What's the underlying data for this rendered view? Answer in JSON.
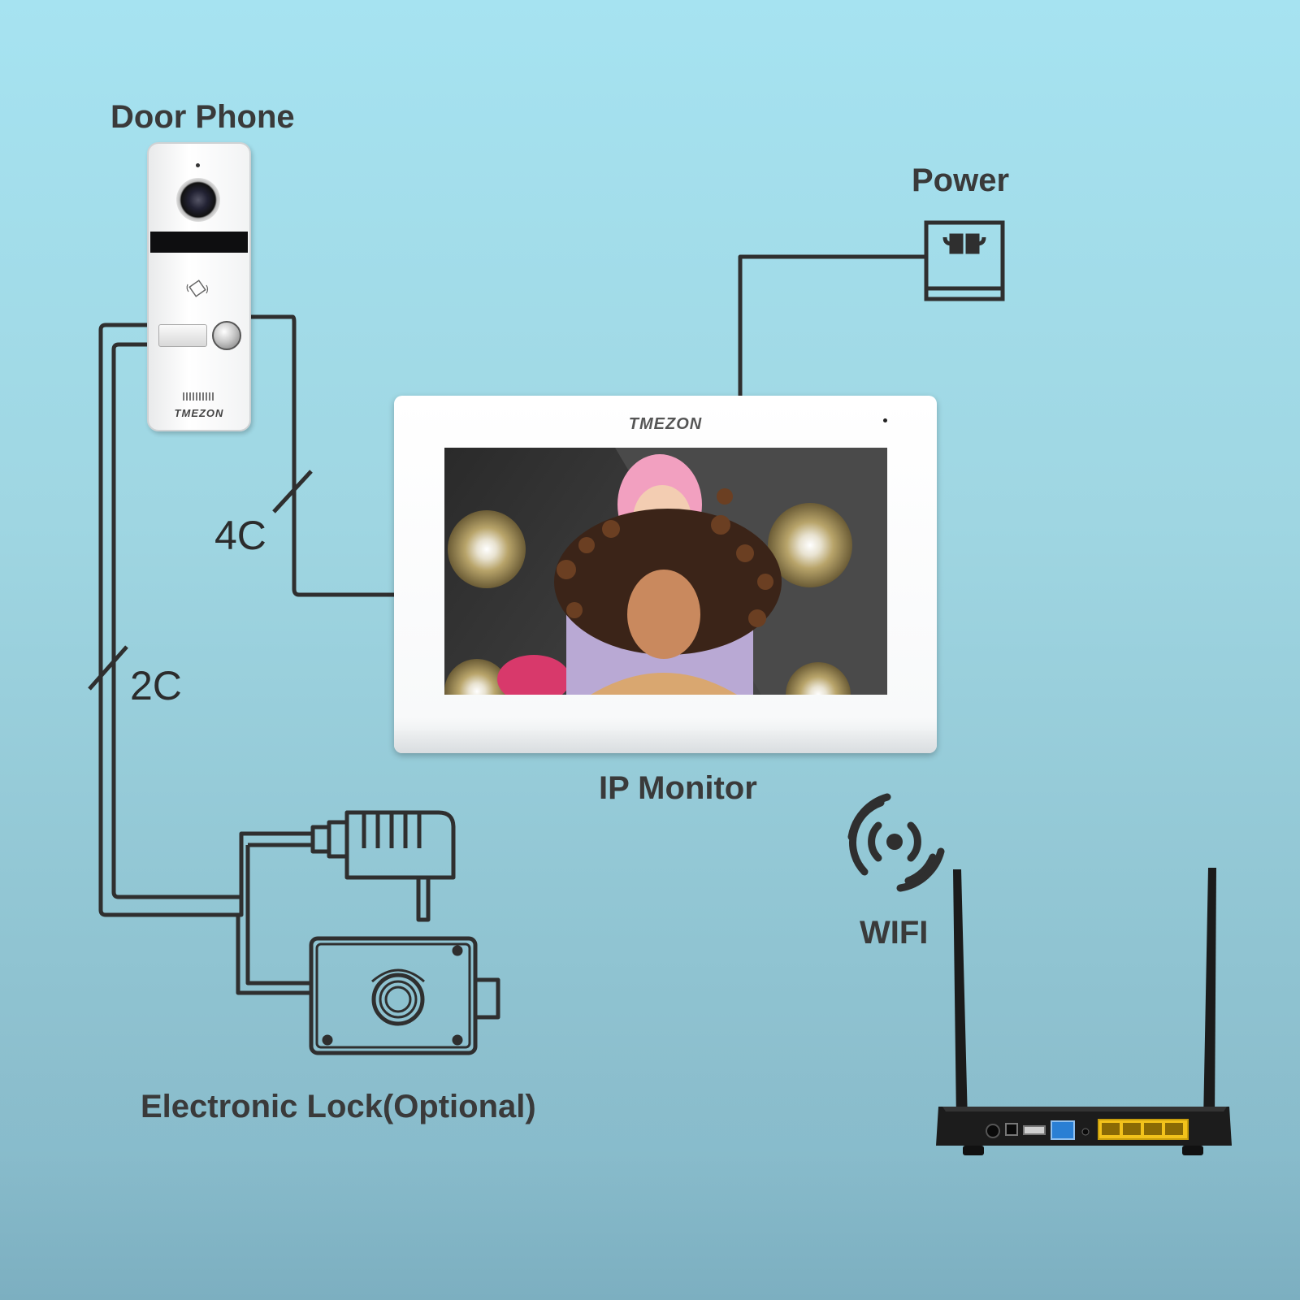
{
  "labels": {
    "door_phone": "Door Phone",
    "power": "Power",
    "ip_monitor": "IP Monitor",
    "wifi": "WIFI",
    "electronic_lock": "Electronic Lock(Optional)",
    "wire_4c": "4C",
    "wire_2c": "2C"
  },
  "brand": {
    "door_phone": "TMEZON",
    "monitor": "TMEZON"
  },
  "colors": {
    "wire": "#2f2f2f",
    "text": "#3a3a3a",
    "background_top": "#a6e3f1",
    "background_bottom": "#86b6c6",
    "router_ports_yellow": "#f2c21b",
    "router_port_blue": "#2a7fd4"
  }
}
